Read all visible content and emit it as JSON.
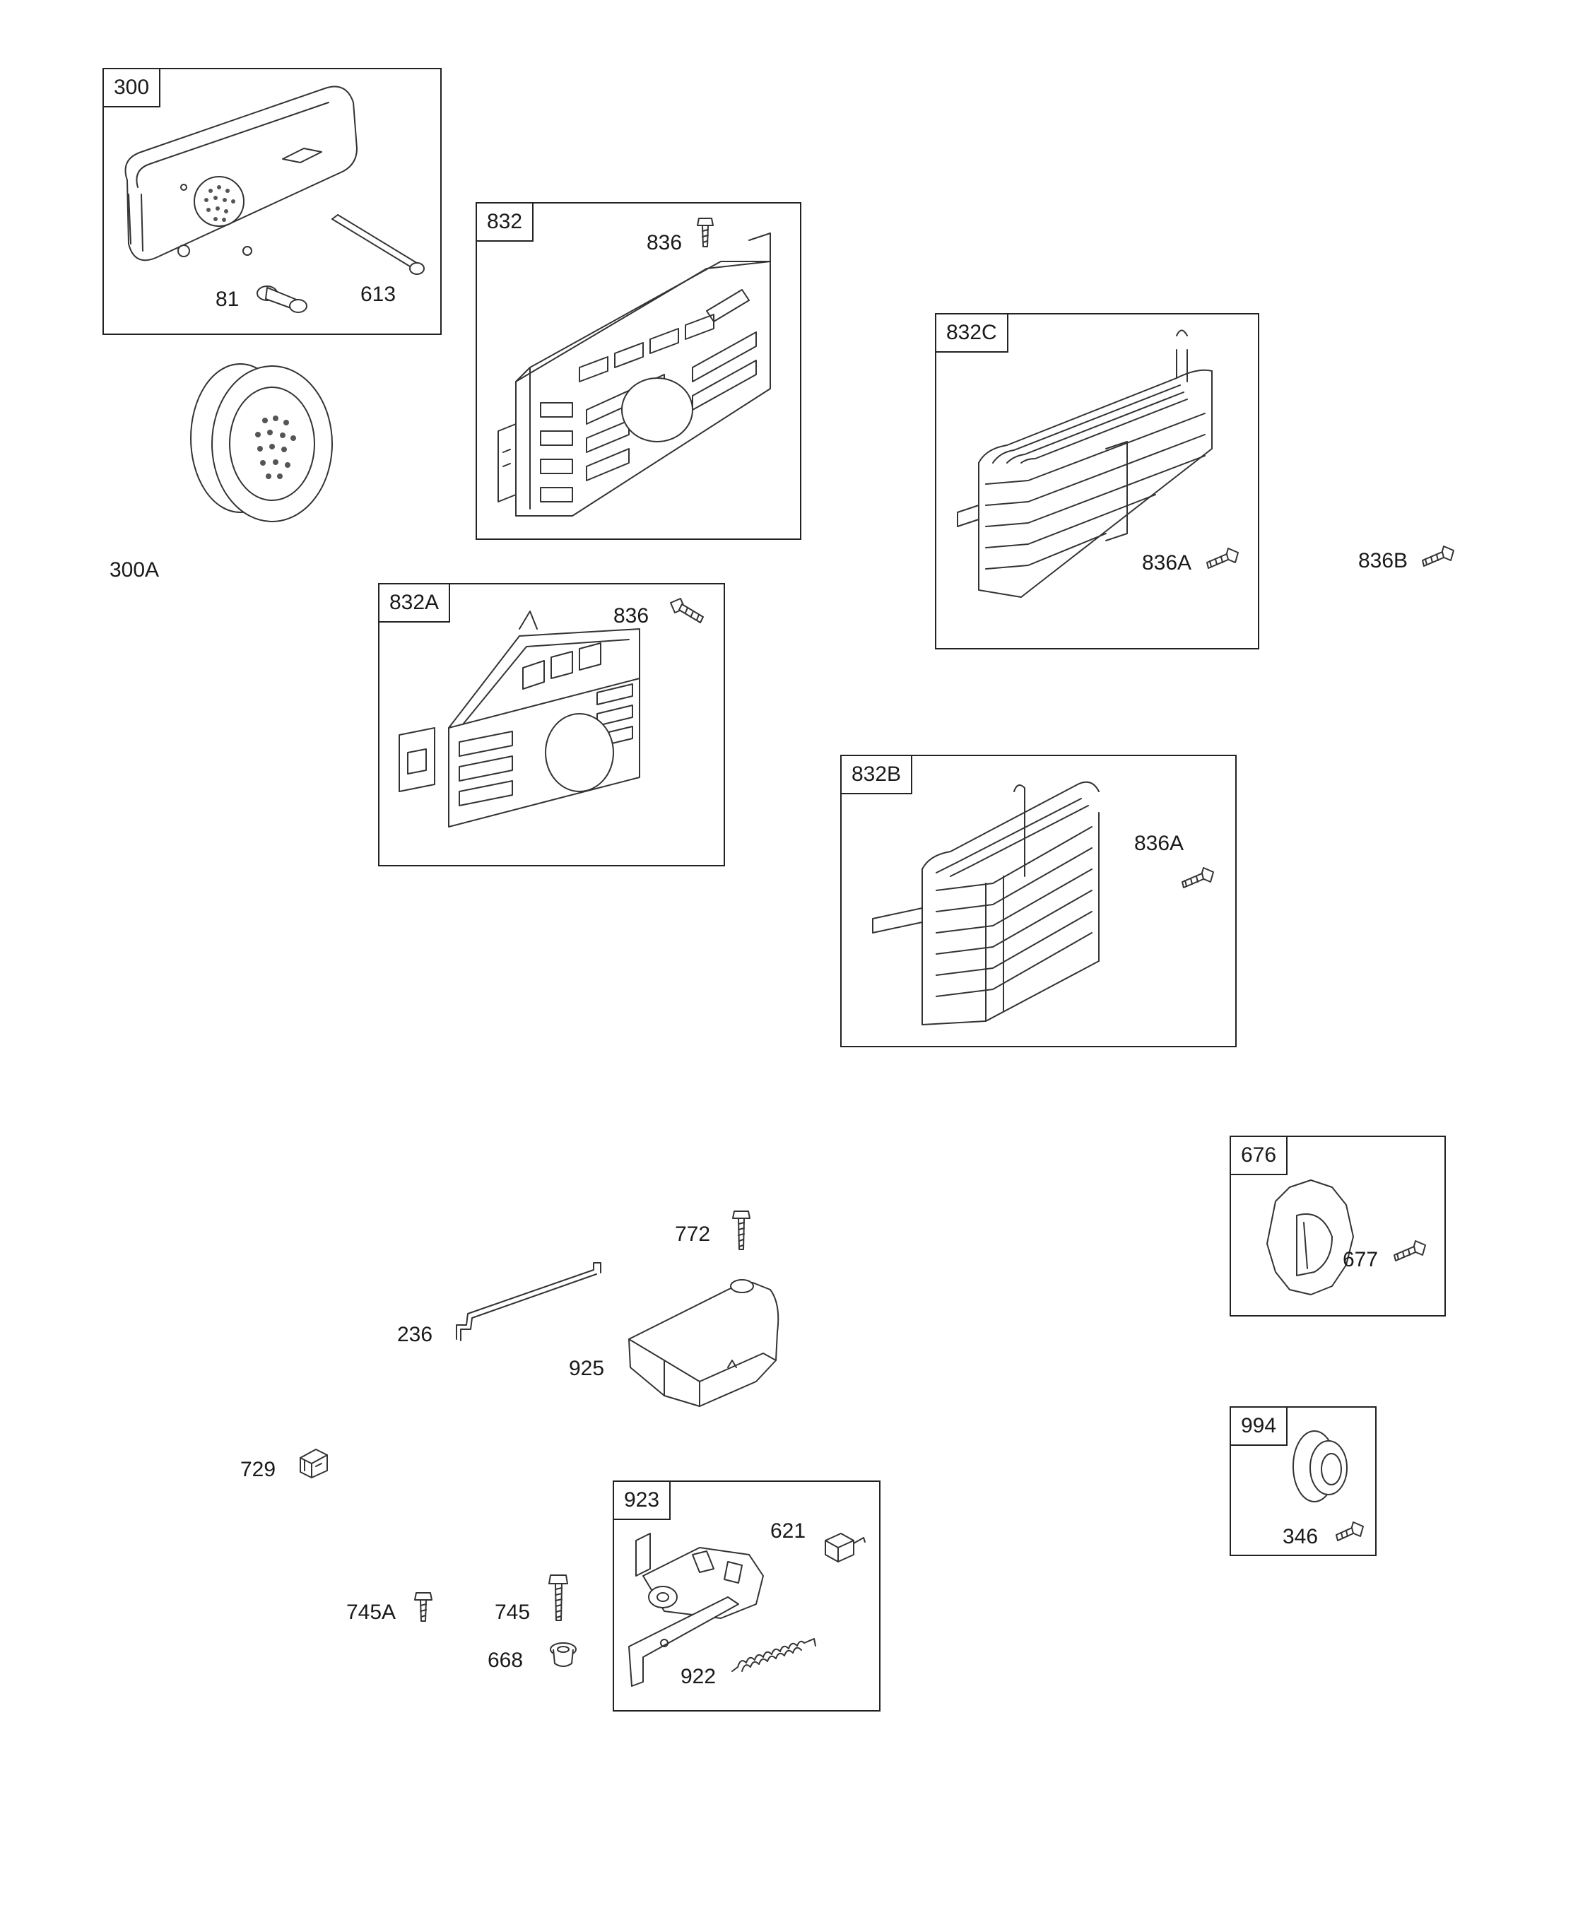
{
  "diagram": {
    "groups": [
      {
        "id": "g300",
        "label": "300"
      },
      {
        "id": "g832",
        "label": "832"
      },
      {
        "id": "g832c",
        "label": "832C"
      },
      {
        "id": "g832a",
        "label": "832A"
      },
      {
        "id": "g832b",
        "label": "832B"
      },
      {
        "id": "g676",
        "label": "676"
      },
      {
        "id": "g923",
        "label": "923"
      },
      {
        "id": "g994",
        "label": "994"
      }
    ],
    "callouts": {
      "c81": "81",
      "c613": "613",
      "c836_top": "836",
      "c300a": "300A",
      "c836_a": "836",
      "c836a_c": "836A",
      "c836b": "836B",
      "c836a_b": "836A",
      "c772": "772",
      "c236": "236",
      "c925": "925",
      "c677": "677",
      "c729": "729",
      "c621": "621",
      "c994_346": "346",
      "c745a": "745A",
      "c745": "745",
      "c668": "668",
      "c922": "922"
    }
  }
}
